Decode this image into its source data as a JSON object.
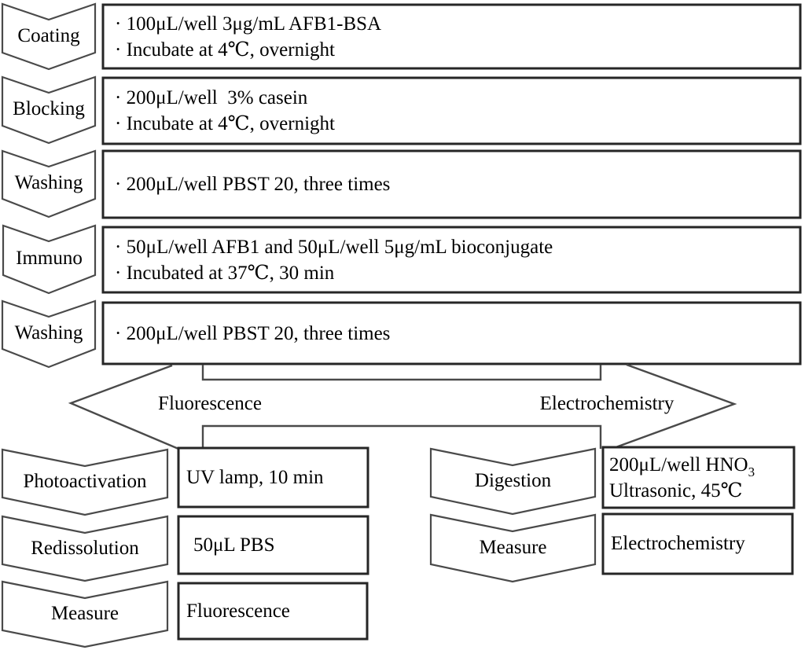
{
  "stages": [
    {
      "label": "Coating",
      "lines": [
        "· 100μL/well 3μg/mL AFB1-BSA",
        "· Incubate at 4℃, overnight"
      ]
    },
    {
      "label": "Blocking",
      "lines": [
        "· 200μL/well  3% casein",
        "· Incubate at 4℃, overnight"
      ]
    },
    {
      "label": "Washing",
      "lines": [
        "· 200μL/well PBST 20, three times"
      ]
    },
    {
      "label": "Immuno",
      "lines": [
        "· 50μL/well AFB1 and 50μL/well 5μg/mL bioconjugate",
        "· Incubated at 37℃, 30 min"
      ]
    },
    {
      "label": "Washing",
      "lines": [
        "· 200μL/well PBST 20, three times"
      ]
    }
  ],
  "branches": {
    "left_label": "Fluorescence",
    "right_label": "Electrochemistry",
    "left_steps": [
      {
        "label": "Photoactivation",
        "detail": "UV lamp, 10 min"
      },
      {
        "label": "Redissolution",
        "detail": "50μL PBS"
      },
      {
        "label": "Measure",
        "detail": "Fluorescence"
      }
    ],
    "right_steps": [
      {
        "label": "Digestion",
        "detail_main": "200μL/well HNO",
        "detail_sub": "3",
        "detail_line2": "Ultrasonic, 45℃"
      },
      {
        "label": "Measure",
        "detail": "Electrochemistry"
      }
    ]
  },
  "colors": {
    "line": "#4a4a4a",
    "box_border": "#262626",
    "text": "#000000",
    "background": "#ffffff"
  }
}
